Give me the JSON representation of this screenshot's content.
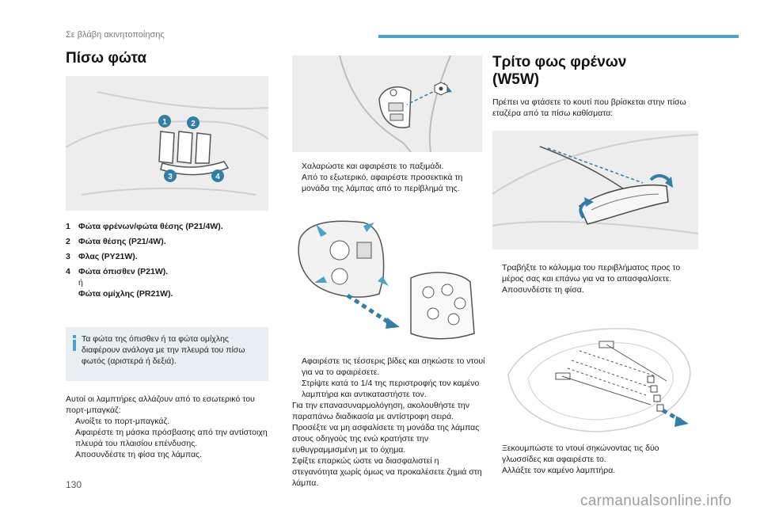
{
  "header": {
    "section": "Σε βλάβη ακινητοποίησης"
  },
  "left": {
    "title": "Πίσω φώτα",
    "callouts": [
      "1",
      "2",
      "3",
      "4"
    ],
    "items": [
      {
        "num": "1",
        "text": "Φώτα φρένων/φώτα θέσης (P21/4W)."
      },
      {
        "num": "2",
        "text": "Φώτα θέσης (P21/4W)."
      },
      {
        "num": "3",
        "text": "Φλας (PY21W)."
      },
      {
        "num": "4",
        "text": "Φώτα όπισθεν (P21W).",
        "or": "ή",
        "alt": "Φώτα ομίχλης (PR21W)."
      }
    ],
    "note": "Τα φώτα της όπισθεν ή τα φώτα ομίχλης διαφέρουν ανάλογα με την πλευρά του πίσω φωτός (αριστερά ή δεξιά).",
    "intro": "Αυτοί οι λαμπτήρες αλλάζουν από το εσωτερικό του πορτ-μπαγκάζ:",
    "bullets": [
      "Ανοίξτε το πορτ-μπαγκάζ.",
      "Αφαιρέστε τη μάσκα πρόσβασης από την αντίστοιχη πλευρά του πλαισίου επένδυσης.",
      "Αποσυνδέστε τη φίσα της λάμπας."
    ]
  },
  "middle": {
    "bullets_a": [
      "Χαλαρώστε και αφαιρέστε το παξιμάδι.",
      "Από το εξωτερικό, αφαιρέστε προσεκτικά τη μονάδα της λάμπας από το περίβλημά της."
    ],
    "bullets_b": [
      "Αφαιρέστε τις τέσσερις βίδες και σηκώστε το ντουί για να το αφαιρέσετε.",
      "Στρίψτε κατά το 1/4 της περιστροφής τον καμένο λαμπτήρα και αντικαταστήστε τον."
    ],
    "paragraphs": [
      "Για την επανασυναρμολόγηση, ακολουθήστε την παραπάνω διαδικασία με αντίστροφη σειρά.",
      "Προσέξτε να μη ασφαλίσετε τη μονάδα της λάμπας στους οδηγούς της ενώ κρατήστε την ευθυγραμμισμένη με το όχημα.",
      "Σφίξτε επαρκώς ώστε να διασφαλιστεί η στεγανότητα χωρίς όμως να προκαλέσετε ζημιά στη λάμπα."
    ]
  },
  "right": {
    "title_line1": "Τρίτο φως φρένων",
    "title_line2": "(W5W)",
    "intro": "Πρέπει να φτάσετε το κουτί που βρίσκεται στην πίσω εταζέρα από τα πίσω καθίσματα:",
    "bullets_a": [
      "Τραβήξτε το κάλυμμα του περιβλήματος προς το μέρος σας και επάνω για να το απασφαλίσετε.",
      "Αποσυνδέστε τη φίσα."
    ],
    "bullets_b": [
      "Ξεκουμπώστε το ντουί σηκώνοντας τις δύο γλωσσίδες και αφαιρέστε το.",
      "Αλλάξτε τον καμένο λαμπτήρα."
    ]
  },
  "bullet_mark": "",
  "footer": {
    "page": "130",
    "watermark": "carmanualsonline.info"
  },
  "colors": {
    "accent": "#4aa3c9",
    "callout": "#2f7fa8",
    "arrow": "#2f7fa8"
  }
}
